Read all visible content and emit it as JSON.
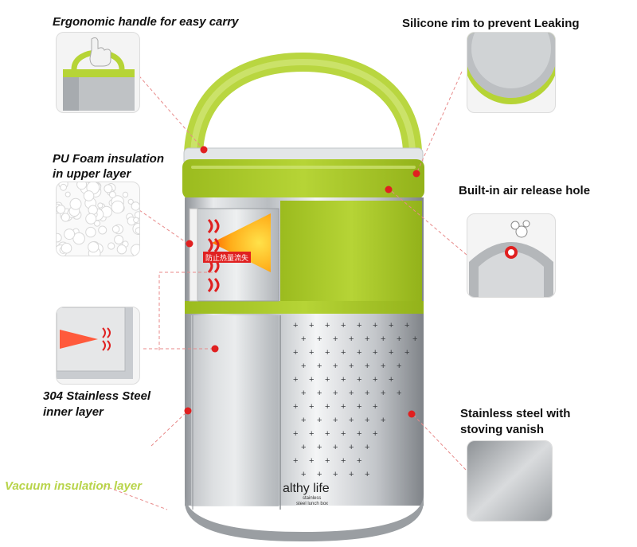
{
  "labels": {
    "handle": "Ergonomic handle for easy carry",
    "silicone": "Silicone rim to prevent Leaking",
    "pu_line1": "PU Foam insulation",
    "pu_line2": "in upper layer",
    "air_hole": "Built-in air release hole",
    "steel_line1": "304 Stainless Steel",
    "steel_line2": "inner layer",
    "stoving_line1": "Stainless steel with",
    "stoving_line2": "stoving vanish",
    "vacuum": "Vacuum insulation layer"
  },
  "product": {
    "brand_text": "althy life",
    "brand_sub1": "stainless",
    "brand_sub2": "steel lunch box",
    "badge_text": "防止热量流失"
  },
  "colors": {
    "accent_green": "#a8c82a",
    "callout_red": "#e02020",
    "steel": "#c9ccd0"
  }
}
